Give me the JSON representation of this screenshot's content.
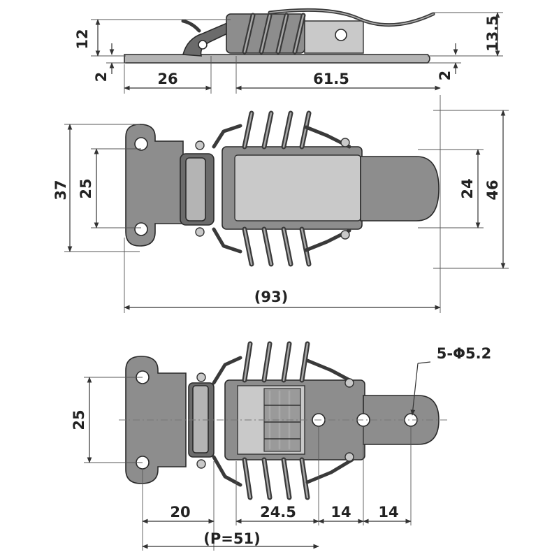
{
  "dimensions": {
    "side_height_left": "12",
    "side_height_right": "13.5",
    "plate_thickness_left": "2",
    "plate_thickness_right": "2",
    "side_length_base": "26",
    "side_length_body": "61.5",
    "top_height_outer": "37",
    "top_hole_pitch": "25",
    "top_catch_width": "24",
    "top_width_outer": "46",
    "overall_length": "(93)",
    "bottom_hole_pitch": "25",
    "holes_callout": "5-Φ5.2",
    "bottom_base_offset": "20",
    "bottom_spring_offset": "24.5",
    "bottom_hole_pitch_a": "14",
    "bottom_hole_pitch_b": "14",
    "bottom_pitch_total": "(P=51)"
  },
  "colors": {
    "metal_dark": "#6b6b6b",
    "metal_light": "#b4b4b4",
    "line": "#333333"
  }
}
